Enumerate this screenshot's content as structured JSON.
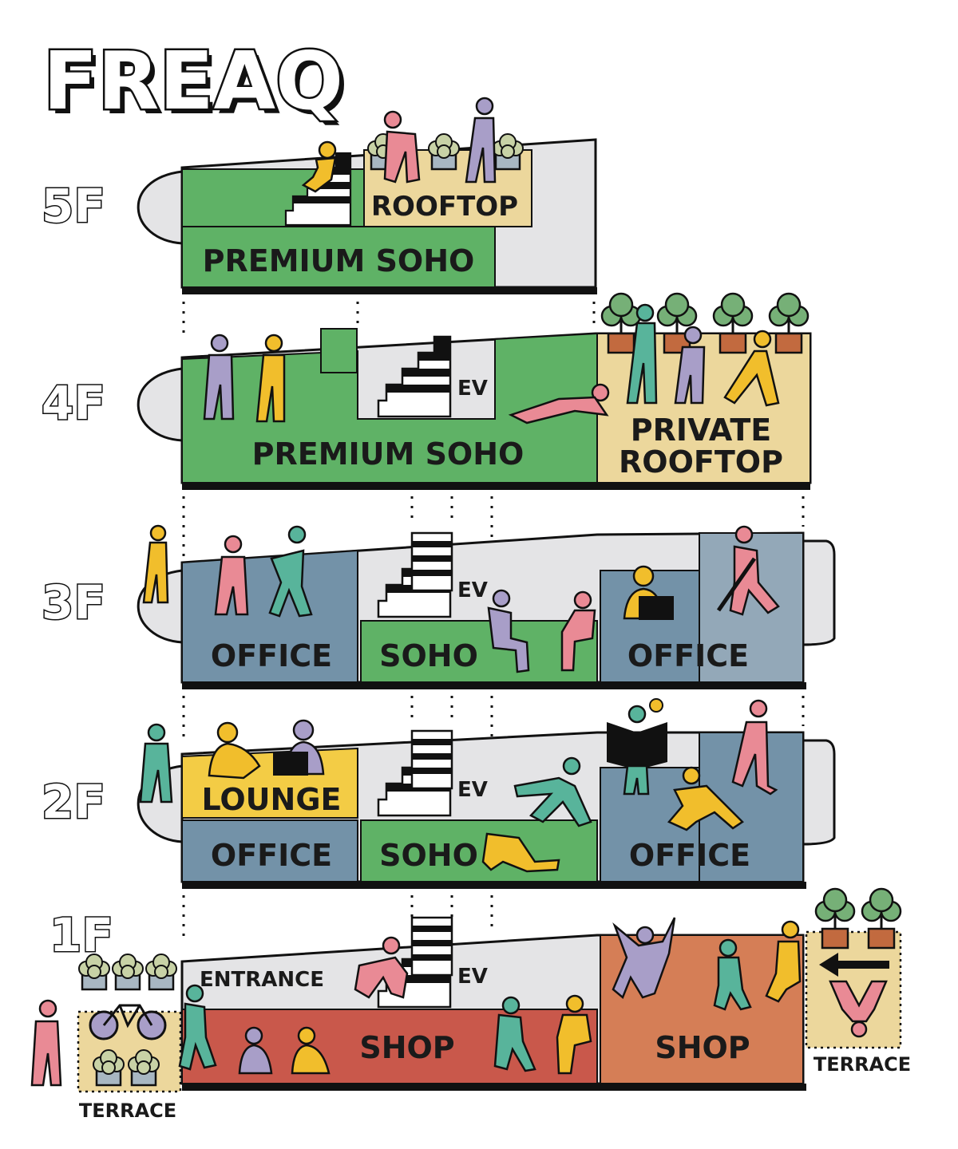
{
  "logo": "FREAQ",
  "colors": {
    "soho_green": "#5fb266",
    "rooftop_sand": "#ecd79c",
    "office_blue": "#7392a8",
    "lounge_yellow": "#f3cc45",
    "shop_red": "#c9584b",
    "shop_orange": "#d57e56",
    "structure_gray": "#e4e4e6",
    "figure_pink": "#e98a95",
    "figure_purple": "#a89ec8",
    "figure_teal": "#58b49b",
    "figure_yellow": "#f1be2c"
  },
  "floors": [
    {
      "id": "5f",
      "label": "5F",
      "rooms": [
        {
          "key": "rooftop",
          "label": "ROOFTOP"
        },
        {
          "key": "premium-soho",
          "label": "PREMIUM SOHO"
        }
      ]
    },
    {
      "id": "4f",
      "label": "4F",
      "rooms": [
        {
          "key": "ev",
          "label": "EV"
        },
        {
          "key": "premium-soho",
          "label": "PREMIUM SOHO"
        },
        {
          "key": "private-rooftop",
          "label": "PRIVATE\nROOFTOP"
        }
      ]
    },
    {
      "id": "3f",
      "label": "3F",
      "rooms": [
        {
          "key": "ev",
          "label": "EV"
        },
        {
          "key": "office-left",
          "label": "OFFICE"
        },
        {
          "key": "soho",
          "label": "SOHO"
        },
        {
          "key": "office-right",
          "label": "OFFICE"
        }
      ]
    },
    {
      "id": "2f",
      "label": "2F",
      "rooms": [
        {
          "key": "lounge",
          "label": "LOUNGE"
        },
        {
          "key": "ev",
          "label": "EV"
        },
        {
          "key": "office-left",
          "label": "OFFICE"
        },
        {
          "key": "soho",
          "label": "SOHO"
        },
        {
          "key": "office-right",
          "label": "OFFICE"
        }
      ]
    },
    {
      "id": "1f",
      "label": "1F",
      "rooms": [
        {
          "key": "entrance",
          "label": "ENTRANCE"
        },
        {
          "key": "ev",
          "label": "EV"
        },
        {
          "key": "shop-left",
          "label": "SHOP"
        },
        {
          "key": "shop-right",
          "label": "SHOP"
        },
        {
          "key": "terrace-left",
          "label": "TERRACE"
        },
        {
          "key": "terrace-right",
          "label": "TERRACE"
        }
      ]
    }
  ],
  "icons": [
    "person-icon",
    "plant-icon",
    "tree-icon",
    "stairs-icon",
    "bicycle-icon",
    "arrow-left-icon",
    "laptop-icon",
    "book-icon",
    "lightbulb-icon"
  ]
}
